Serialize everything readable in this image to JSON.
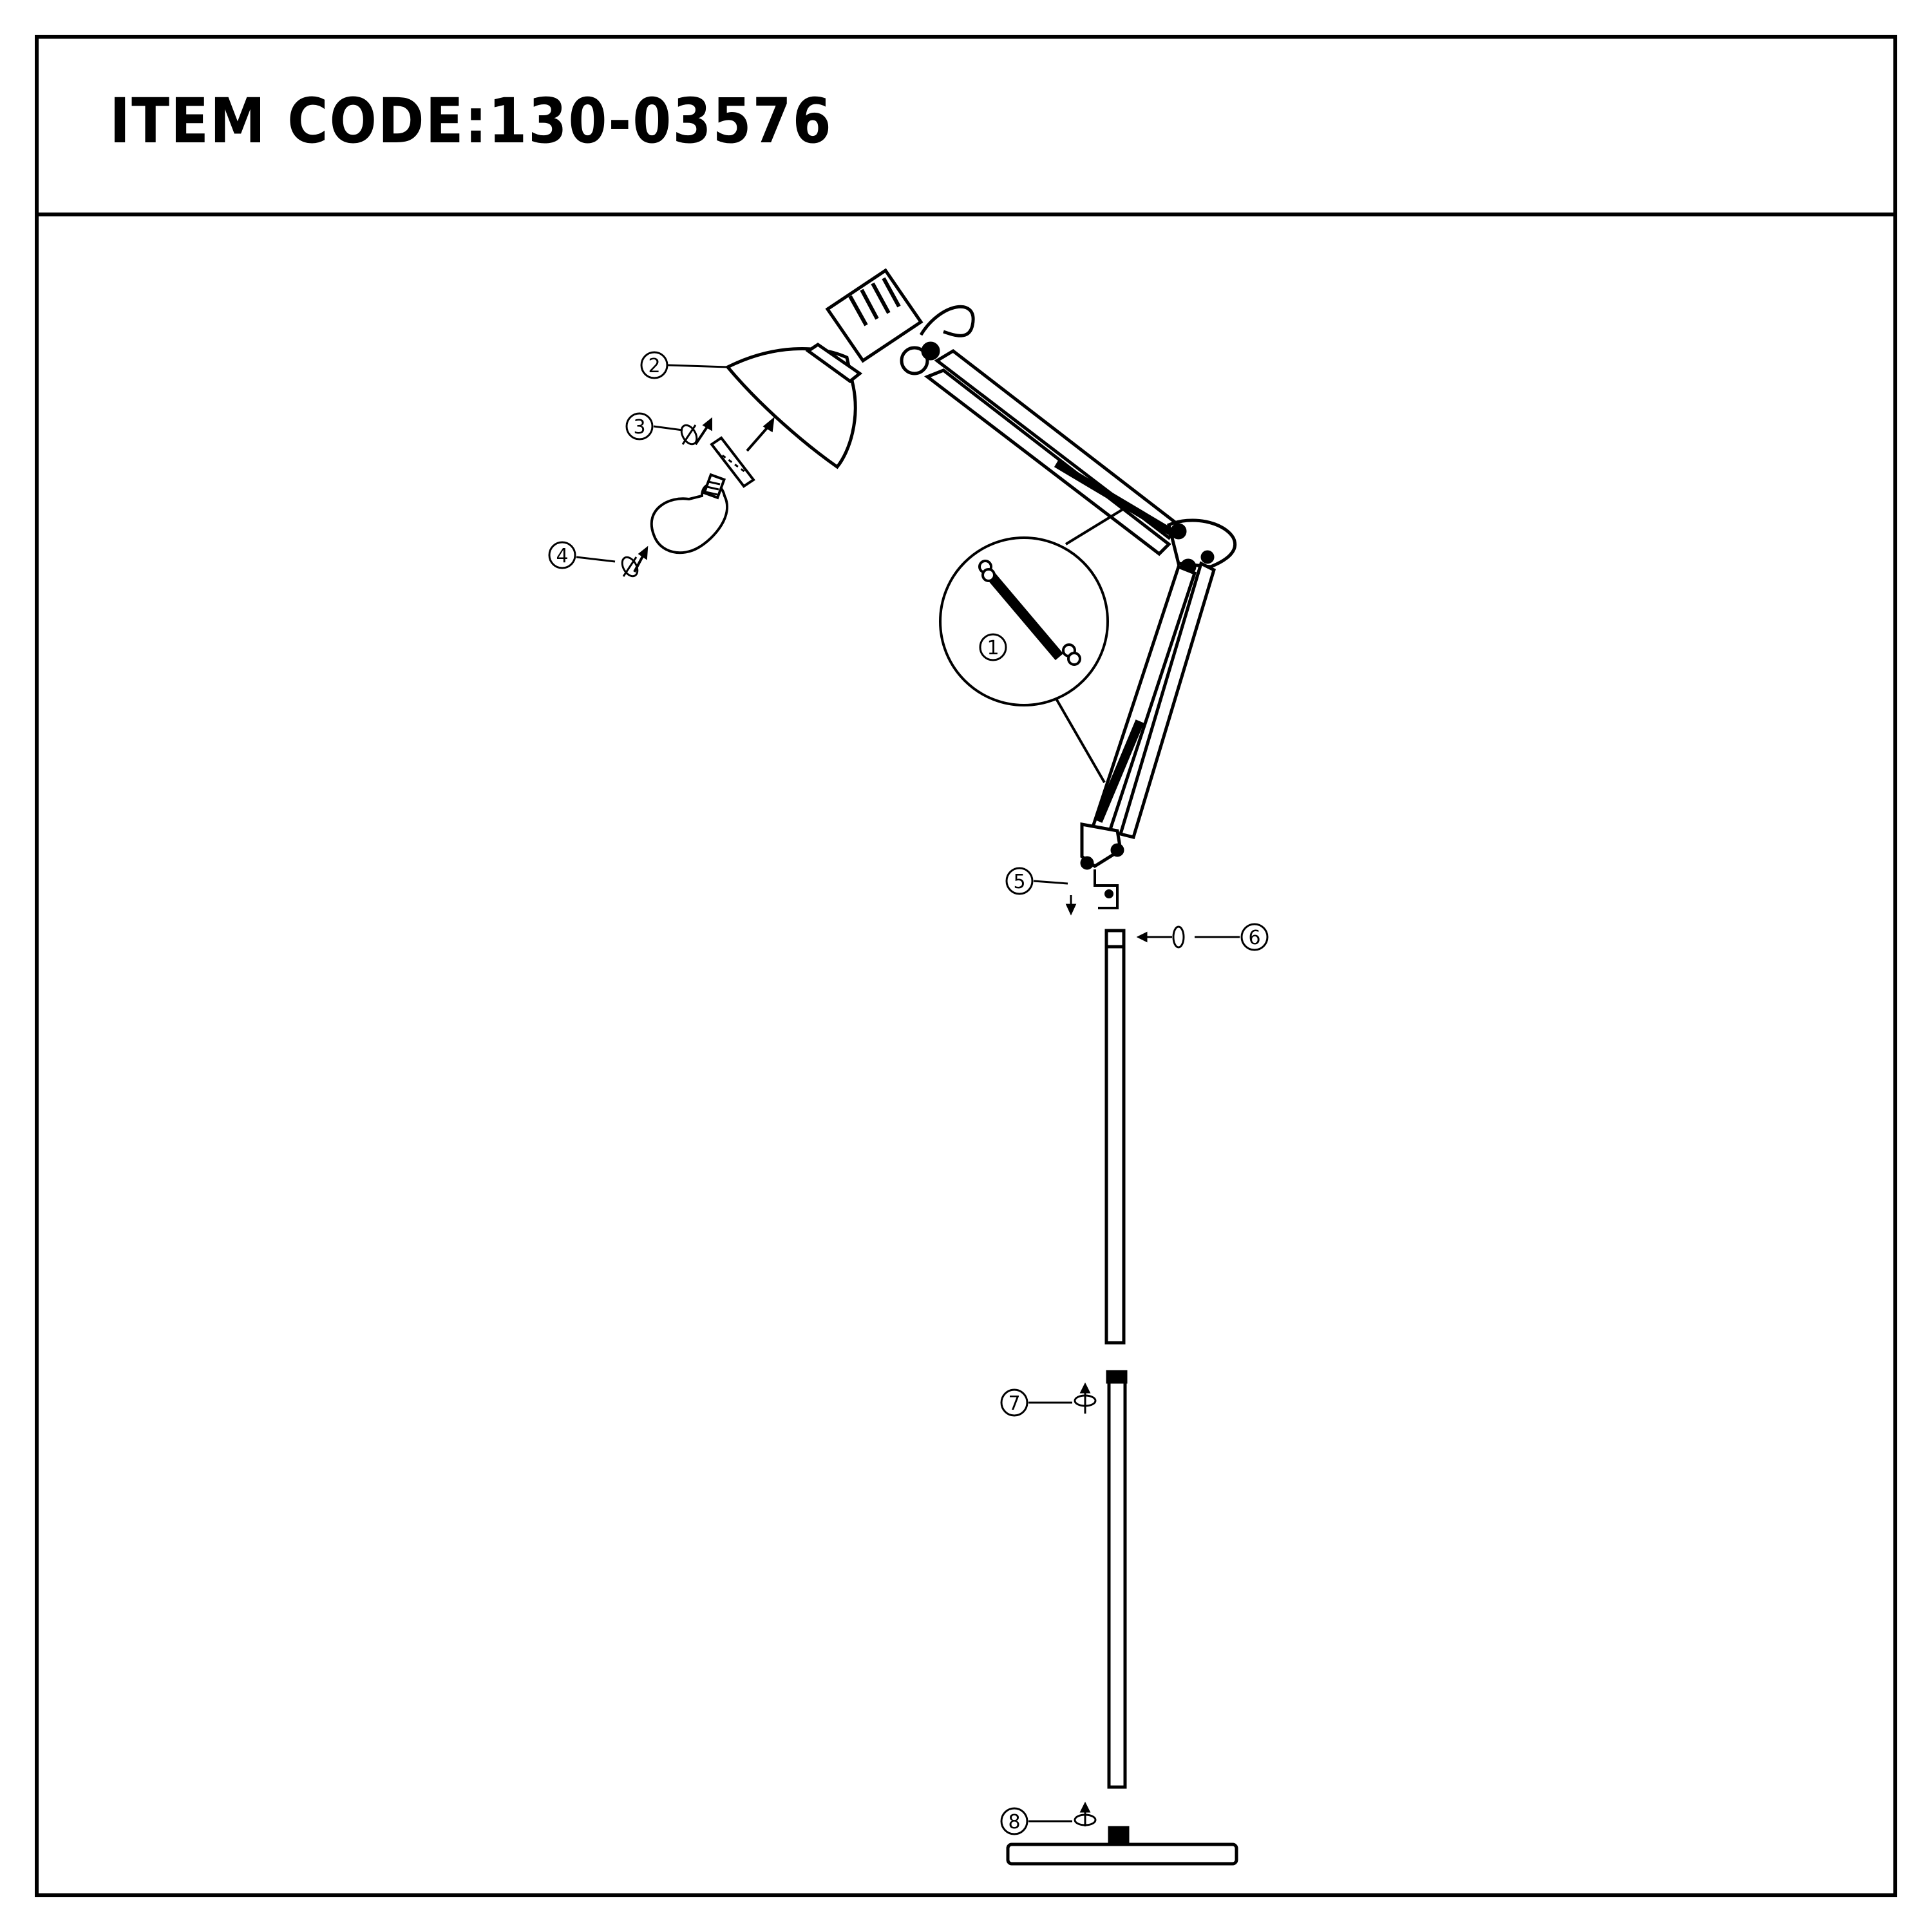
{
  "header": {
    "item_code": "ITEM CODE:130-03576"
  },
  "callouts": {
    "c1": "①",
    "c2": "②",
    "c3": "③",
    "c4": "④",
    "c5": "⑤",
    "c6": "⑥",
    "c7": "⑦",
    "c8": "⑧"
  },
  "colors": {
    "line": "#000000",
    "background": "#ffffff"
  }
}
